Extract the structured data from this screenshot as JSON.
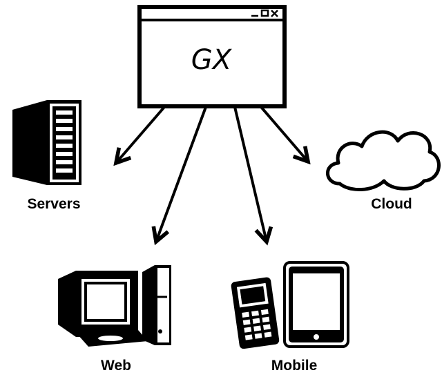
{
  "app": {
    "title": "GX"
  },
  "targets": [
    {
      "id": "servers",
      "label": "Servers",
      "icon": "server-tower-icon"
    },
    {
      "id": "cloud",
      "label": "Cloud",
      "icon": "cloud-icon"
    },
    {
      "id": "web",
      "label": "Web",
      "icon": "desktop-computer-icon"
    },
    {
      "id": "mobile",
      "label": "Mobile",
      "icon": "mobile-devices-icon"
    }
  ],
  "colors": {
    "ink": "#000000",
    "background": "#ffffff"
  }
}
